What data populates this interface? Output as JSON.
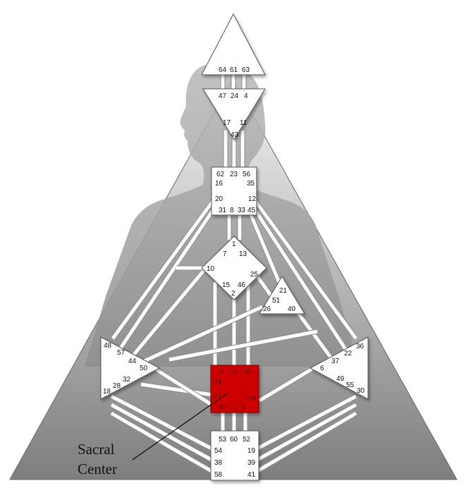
{
  "callout": {
    "line1": "Sacral",
    "line2": "Center"
  },
  "colors": {
    "sacral": "#cc0000",
    "center": "#ffffff",
    "background_dark": "#8c8c8c",
    "background_light": "#e6e6e6",
    "silhouette": "#a6a6a6"
  },
  "centers": [
    {
      "name": "head",
      "gates": [
        "64",
        "61",
        "63"
      ],
      "defined": false
    },
    {
      "name": "ajna",
      "gates": [
        "47",
        "24",
        "4",
        "17",
        "11",
        "43"
      ],
      "defined": false
    },
    {
      "name": "throat",
      "gates": [
        "62",
        "23",
        "56",
        "16",
        "35",
        "20",
        "12",
        "31",
        "8",
        "33",
        "45"
      ],
      "defined": false
    },
    {
      "name": "g-center",
      "gates": [
        "1",
        "7",
        "13",
        "10",
        "25",
        "15",
        "46",
        "2"
      ],
      "defined": false
    },
    {
      "name": "heart",
      "gates": [
        "21",
        "51",
        "26",
        "40"
      ],
      "defined": false
    },
    {
      "name": "spleen",
      "gates": [
        "48",
        "57",
        "44",
        "50",
        "32",
        "28",
        "18"
      ],
      "defined": false
    },
    {
      "name": "solar-plexus",
      "gates": [
        "36",
        "22",
        "37",
        "6",
        "49",
        "55",
        "30"
      ],
      "defined": false
    },
    {
      "name": "sacral",
      "gates": [
        "5",
        "14",
        "29",
        "34",
        "27",
        "59",
        "42",
        "3",
        "9"
      ],
      "defined": true
    },
    {
      "name": "root",
      "gates": [
        "53",
        "60",
        "52",
        "54",
        "19",
        "38",
        "39",
        "58",
        "41"
      ],
      "defined": false
    }
  ]
}
